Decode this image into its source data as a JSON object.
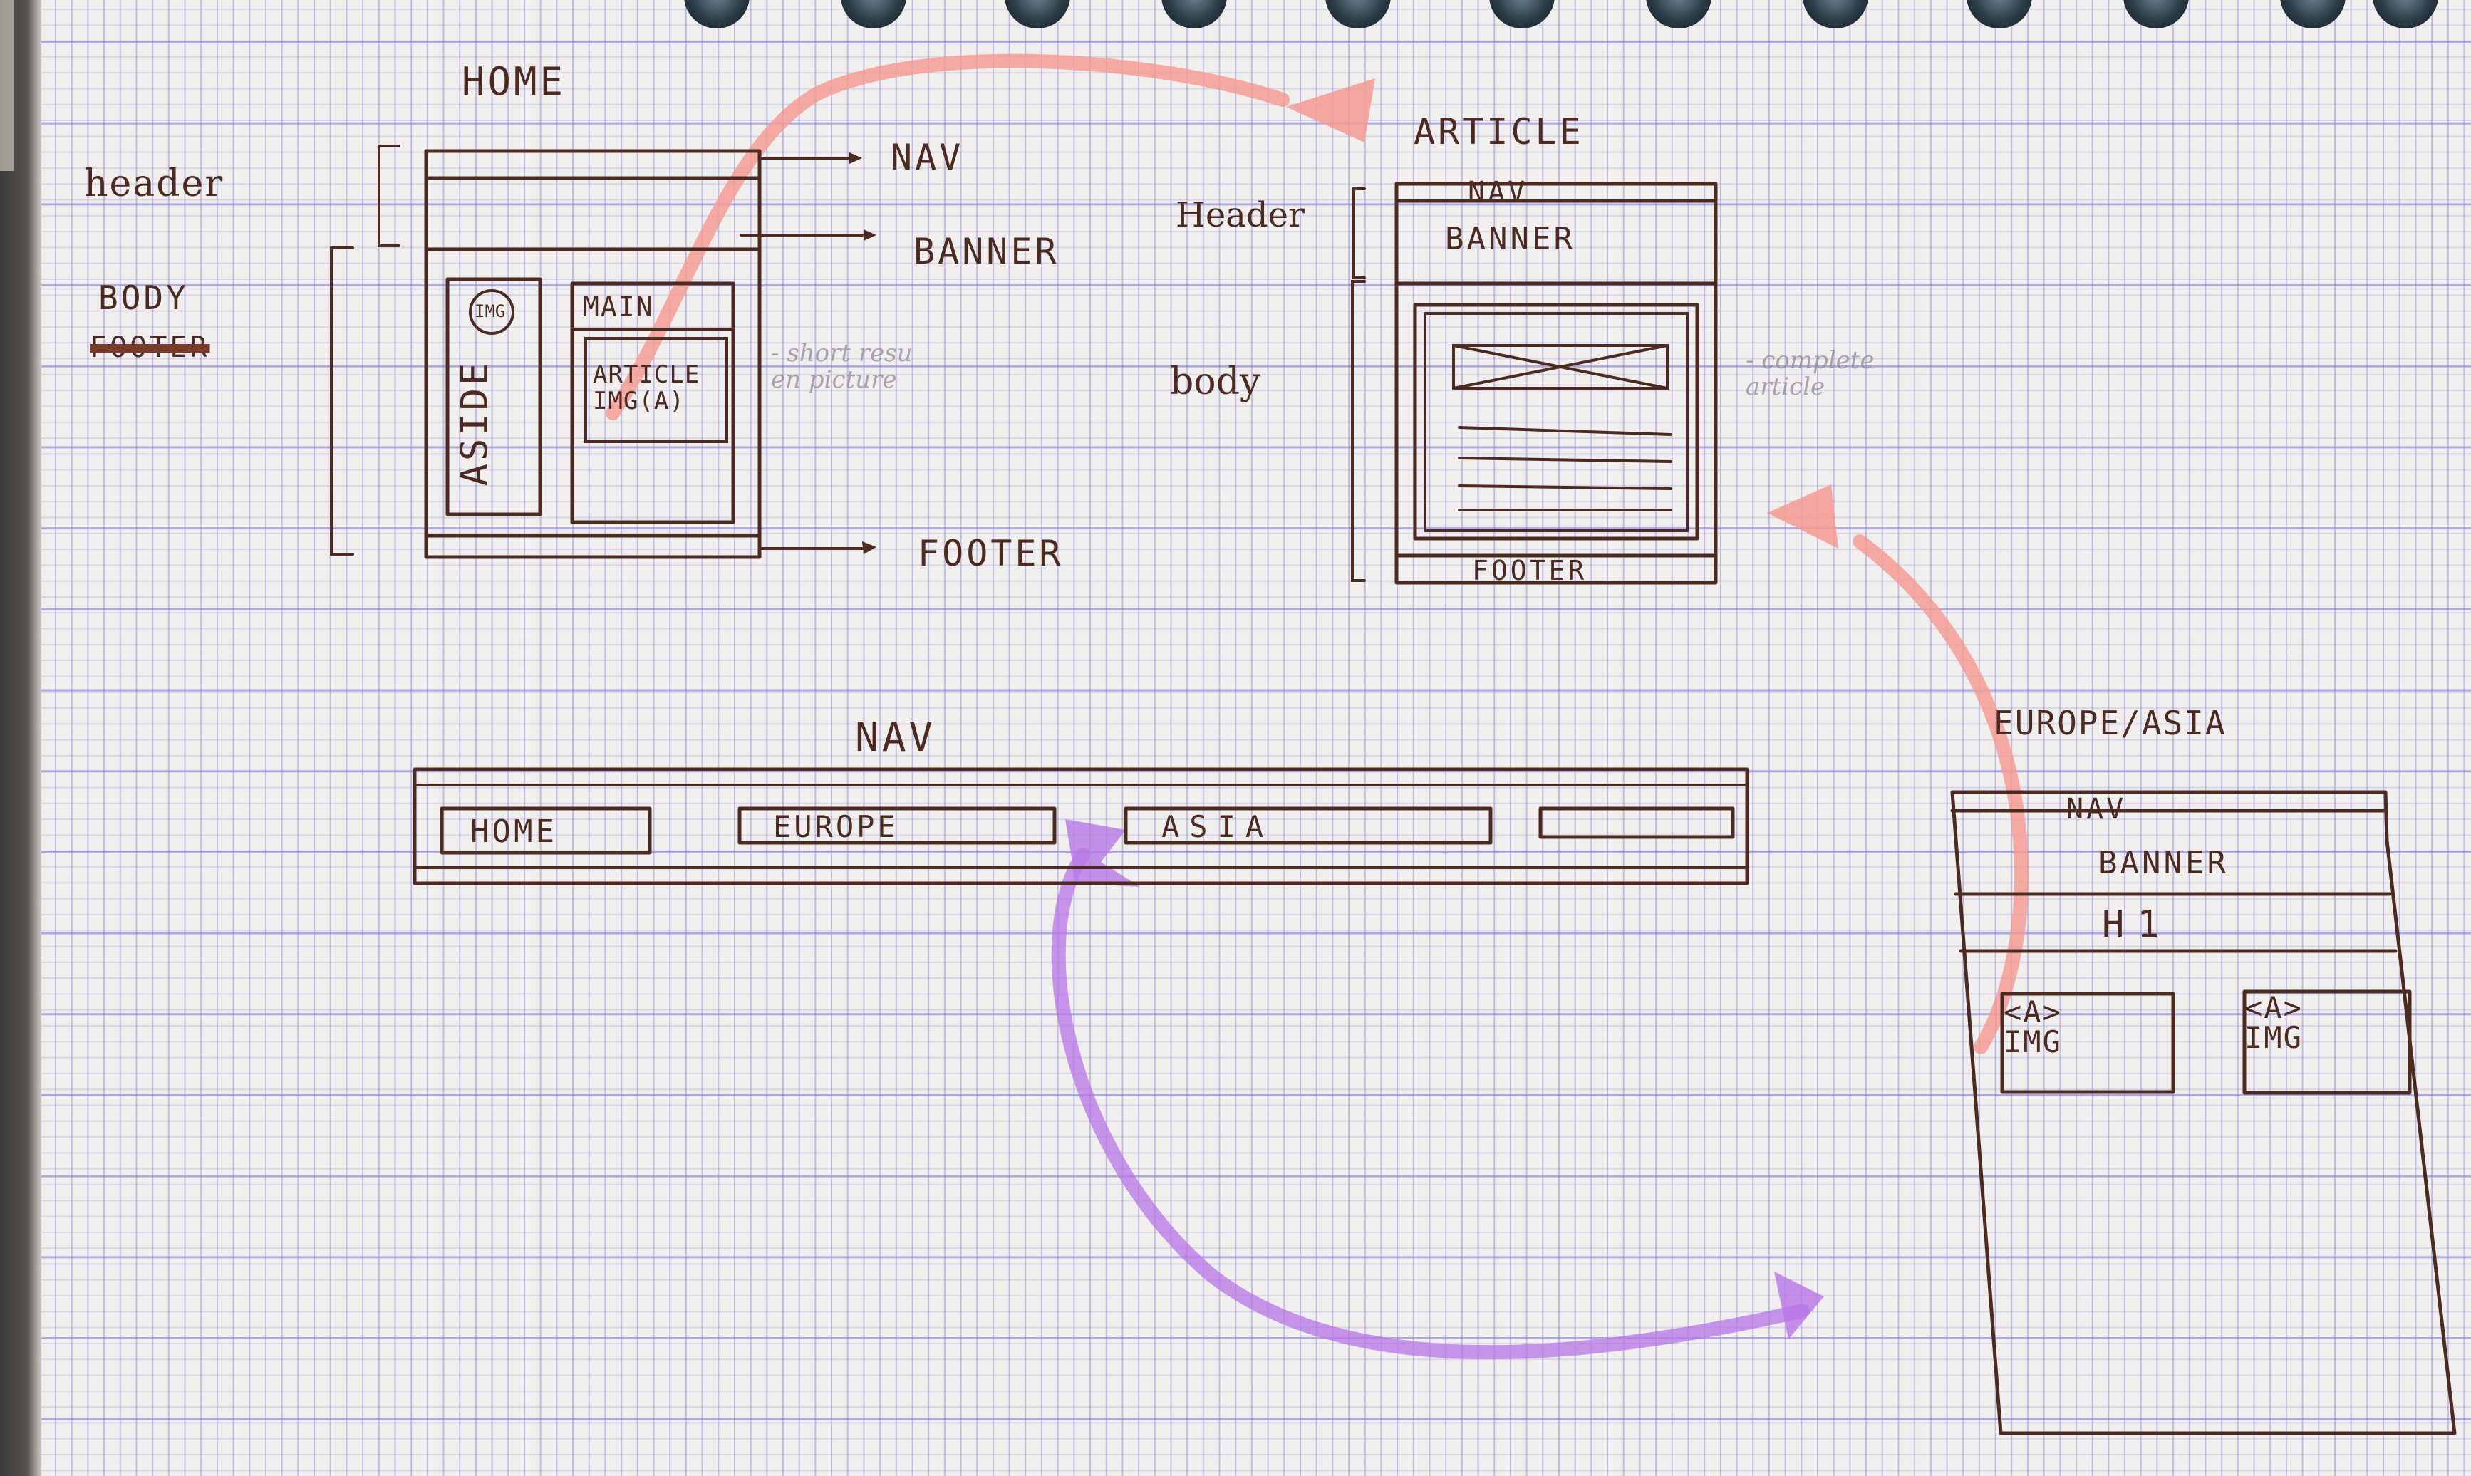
{
  "labels": {
    "home_title": "HOME",
    "article_title": "ARTICLE",
    "header_label": "header",
    "body_label": "BODY",
    "footer_struck": "FOOTER",
    "nav_arrow": "NAV",
    "banner_arrow": "BANNER",
    "footer_arrow": "FOOTER",
    "home_img": "IMG",
    "home_aside": "ASIDE",
    "home_main": "MAIN",
    "home_article_img": "ARTICLE\nIMG(A)",
    "home_note": "- short resu\nen picture",
    "article_header_label": "Header",
    "article_body_label": "body",
    "article_nav": "NAV",
    "article_banner": "BANNER",
    "article_footer": "FOOTER",
    "article_note": "- complete\narticle",
    "nav_title": "NAV",
    "nav_home": "HOME",
    "nav_europe": "EUROPE",
    "nav_asia": "ASIA",
    "europe_asia_title": "EUROPE/ASIA",
    "ea_nav": "NAV",
    "ea_banner": "BANNER",
    "ea_h1": "H1",
    "ea_img1": "<A>\nIMG",
    "ea_img2": "<A>\nIMG"
  },
  "colors": {
    "ink": "#4a2a21",
    "highlighter_pink": "#f59a93",
    "highlighter_violet": "#b878e6",
    "grid_lines": "#7e78ce"
  }
}
